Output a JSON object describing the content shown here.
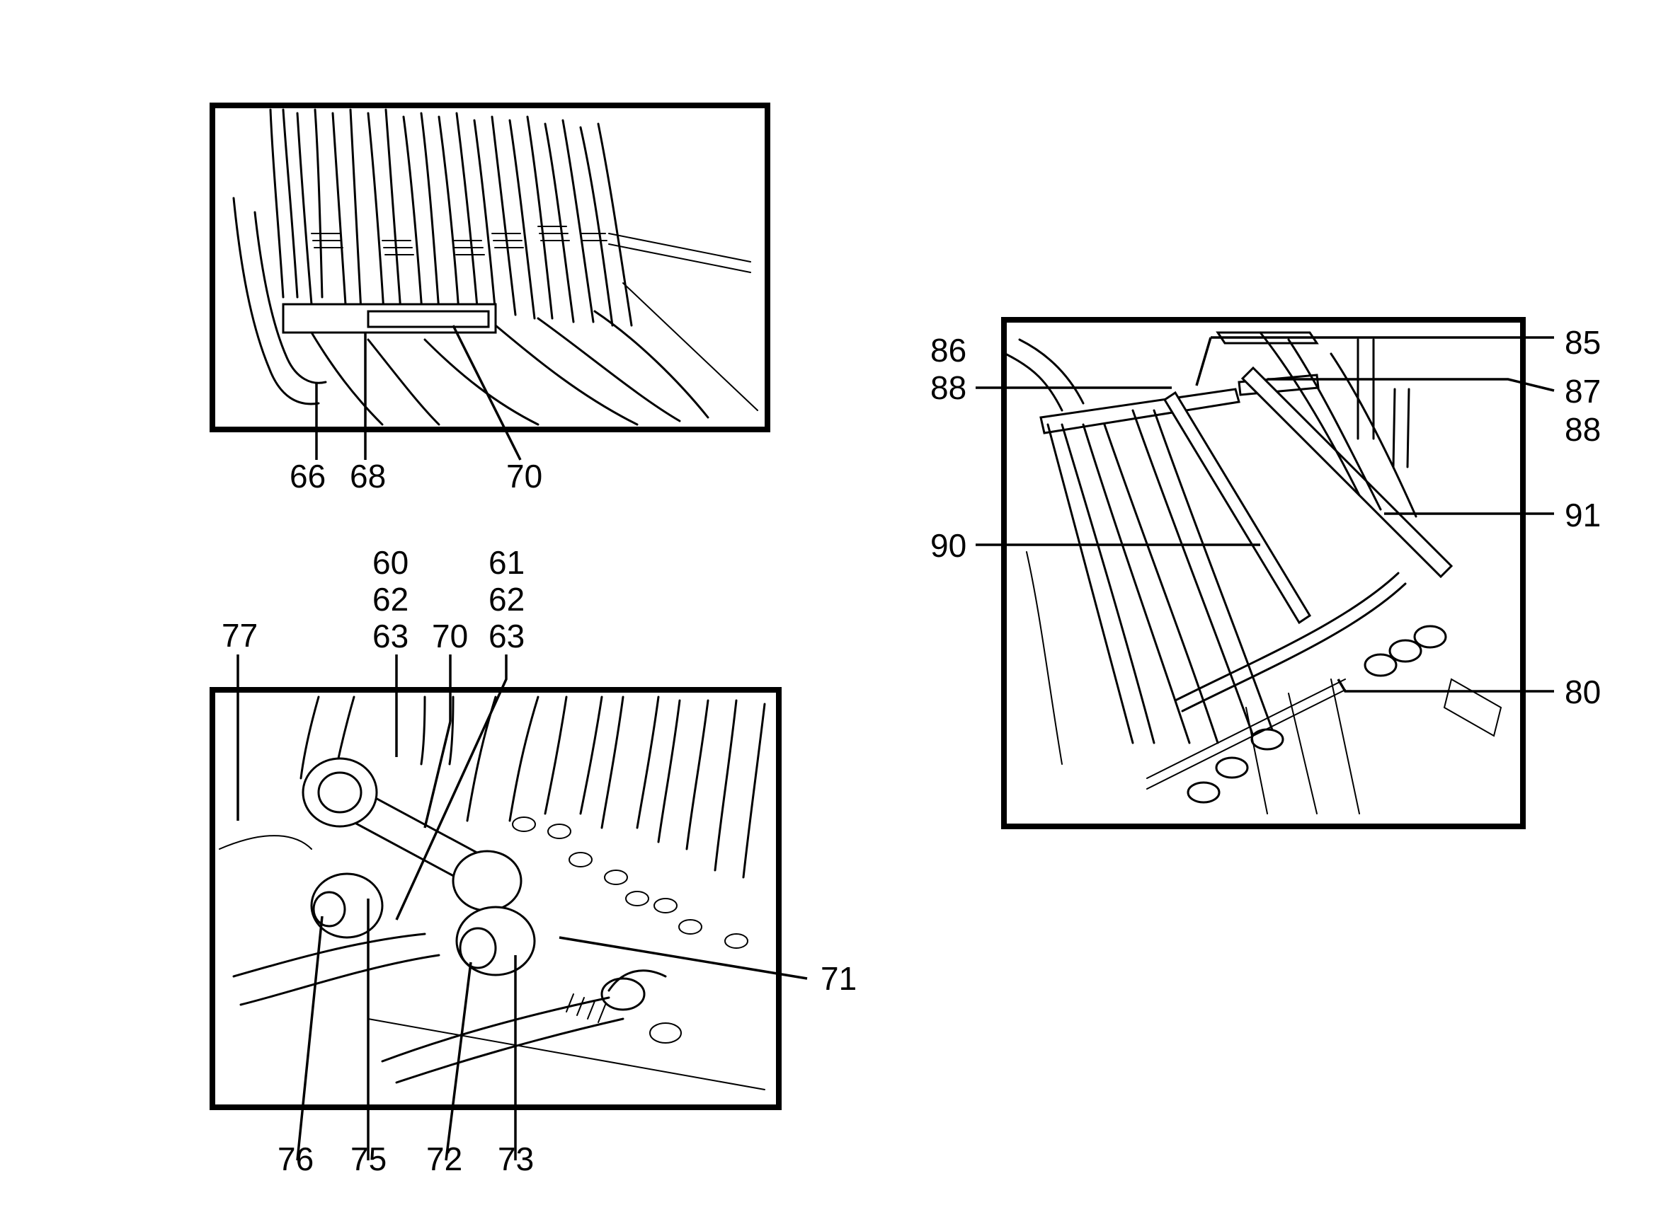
{
  "figures": [
    {
      "id": "top-left",
      "callouts": [
        "66",
        "68",
        "70"
      ]
    },
    {
      "id": "bottom-left",
      "callouts": [
        "77",
        "60",
        "62",
        "63",
        "70",
        "61",
        "62",
        "63",
        "71",
        "76",
        "75",
        "72",
        "73"
      ]
    },
    {
      "id": "right",
      "callouts": [
        "86",
        "88",
        "85",
        "87",
        "88",
        "90",
        "91",
        "80"
      ]
    }
  ]
}
